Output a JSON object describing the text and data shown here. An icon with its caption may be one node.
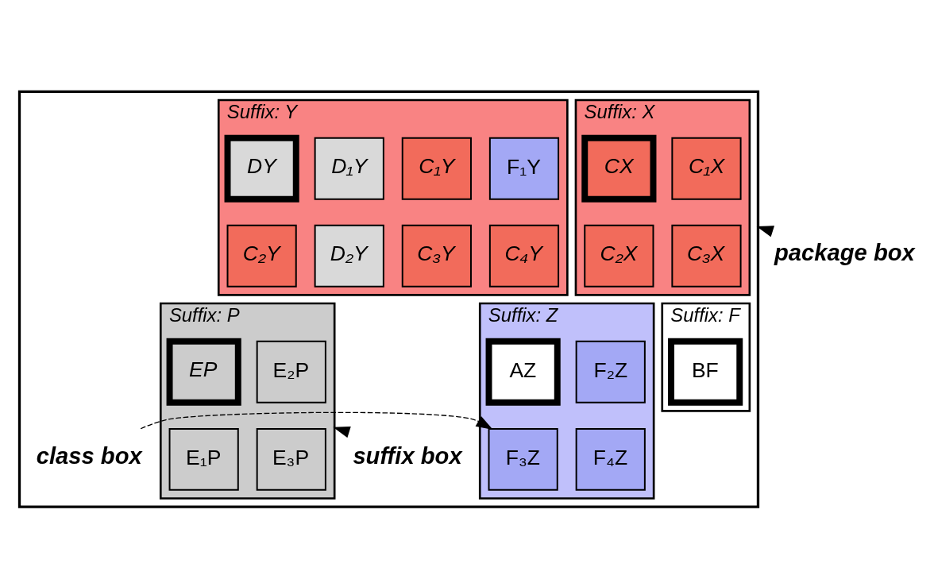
{
  "diagram": {
    "nodes": [
      {
        "text": [],
        "shape": "box"
      },
      {
        "text": [
          "Suffix: X"
        ],
        "in": 0
      },
      {
        "text": [
          "CX"
        ],
        "in": 1
      },
      {
        "text": [
          "C₁X"
        ],
        "in": 1
      },
      {
        "text": [
          "C₂X"
        ],
        "in": 1
      },
      {
        "text": [
          "C₃X"
        ],
        "in": 1
      },
      {
        "text": [
          "Suffix: Y"
        ],
        "in": 0
      },
      {
        "text": [
          "DY"
        ],
        "in": 6
      },
      {
        "text": [
          "D₁Y"
        ],
        "in": 6
      },
      {
        "text": [
          "C₁Y"
        ],
        "in": 6
      },
      {
        "text": [
          "F₁Y"
        ],
        "in": 6
      },
      {
        "text": [
          "C₂Y"
        ],
        "in": 6
      },
      {
        "text": [
          "D₂Y"
        ],
        "in": 6
      },
      {
        "text": [
          "C₃Y"
        ],
        "in": 6
      },
      {
        "text": [
          "C₄Y"
        ],
        "in": 6
      },
      {
        "text": [
          "Suffix: F"
        ],
        "in": 0
      },
      {
        "text": [
          "BF"
        ],
        "in": 15
      },
      {
        "text": [
          "Suffix: Z"
        ],
        "in": 0
      },
      {
        "text": [
          "AZ"
        ],
        "in": 17
      },
      {
        "text": [
          "F₂Z"
        ],
        "in": 17
      },
      {
        "text": [
          "F₃Z"
        ],
        "in": 17
      },
      {
        "text": [
          "F₄Z"
        ],
        "in": 17
      },
      {
        "text": [
          "Suffix: P"
        ],
        "in": 0
      },
      {
        "text": [
          "EP"
        ],
        "in": 22
      },
      {
        "text": [
          "E₂P"
        ],
        "in": 22
      },
      {
        "text": [
          "E₁P"
        ],
        "in": 22
      },
      {
        "text": [
          "E₃P"
        ],
        "in": 22
      },
      {
        "text": [
          "package box"
        ]
      },
      {
        "text": [
          "class box"
        ],
        "in": 0
      },
      {
        "text": [
          "suffix box"
        ],
        "in": 0
      }
    ],
    "edges": [
      {
        "from": 27,
        "to": 0,
        "arrow": "to",
        "style": "dashed"
      },
      {
        "from": 28,
        "to": 20,
        "arrow": "to",
        "style": "dashed"
      },
      {
        "from": 29,
        "to": 22,
        "arrow": "to",
        "style": "dashed"
      }
    ]
  }
}
